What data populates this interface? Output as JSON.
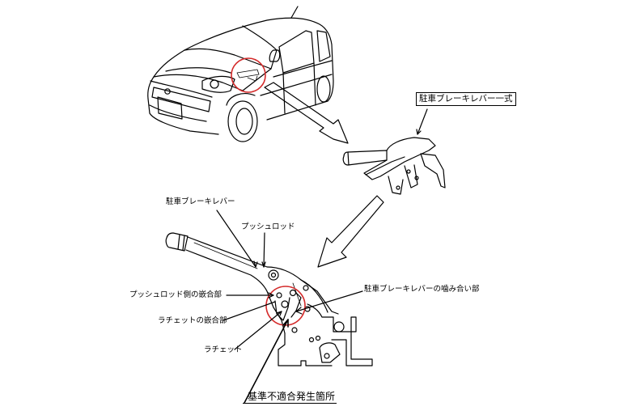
{
  "colors": {
    "line": "#000000",
    "highlight_circle": "#d42a2a",
    "background": "#ffffff"
  },
  "labels": {
    "assembly": "駐車ブレーキレバー一式",
    "parking_brake_lever": "駐車ブレーキレバー",
    "push_rod": "プッシュロッド",
    "push_rod_engagement": "プッシュロッド側の嵌合部",
    "ratchet_engagement": "ラチェットの嵌合部",
    "ratchet": "ラチェット",
    "lever_mesh": "駐車ブレーキレバーの噛み合い部",
    "defect_location": "基準不適合発生箇所"
  }
}
